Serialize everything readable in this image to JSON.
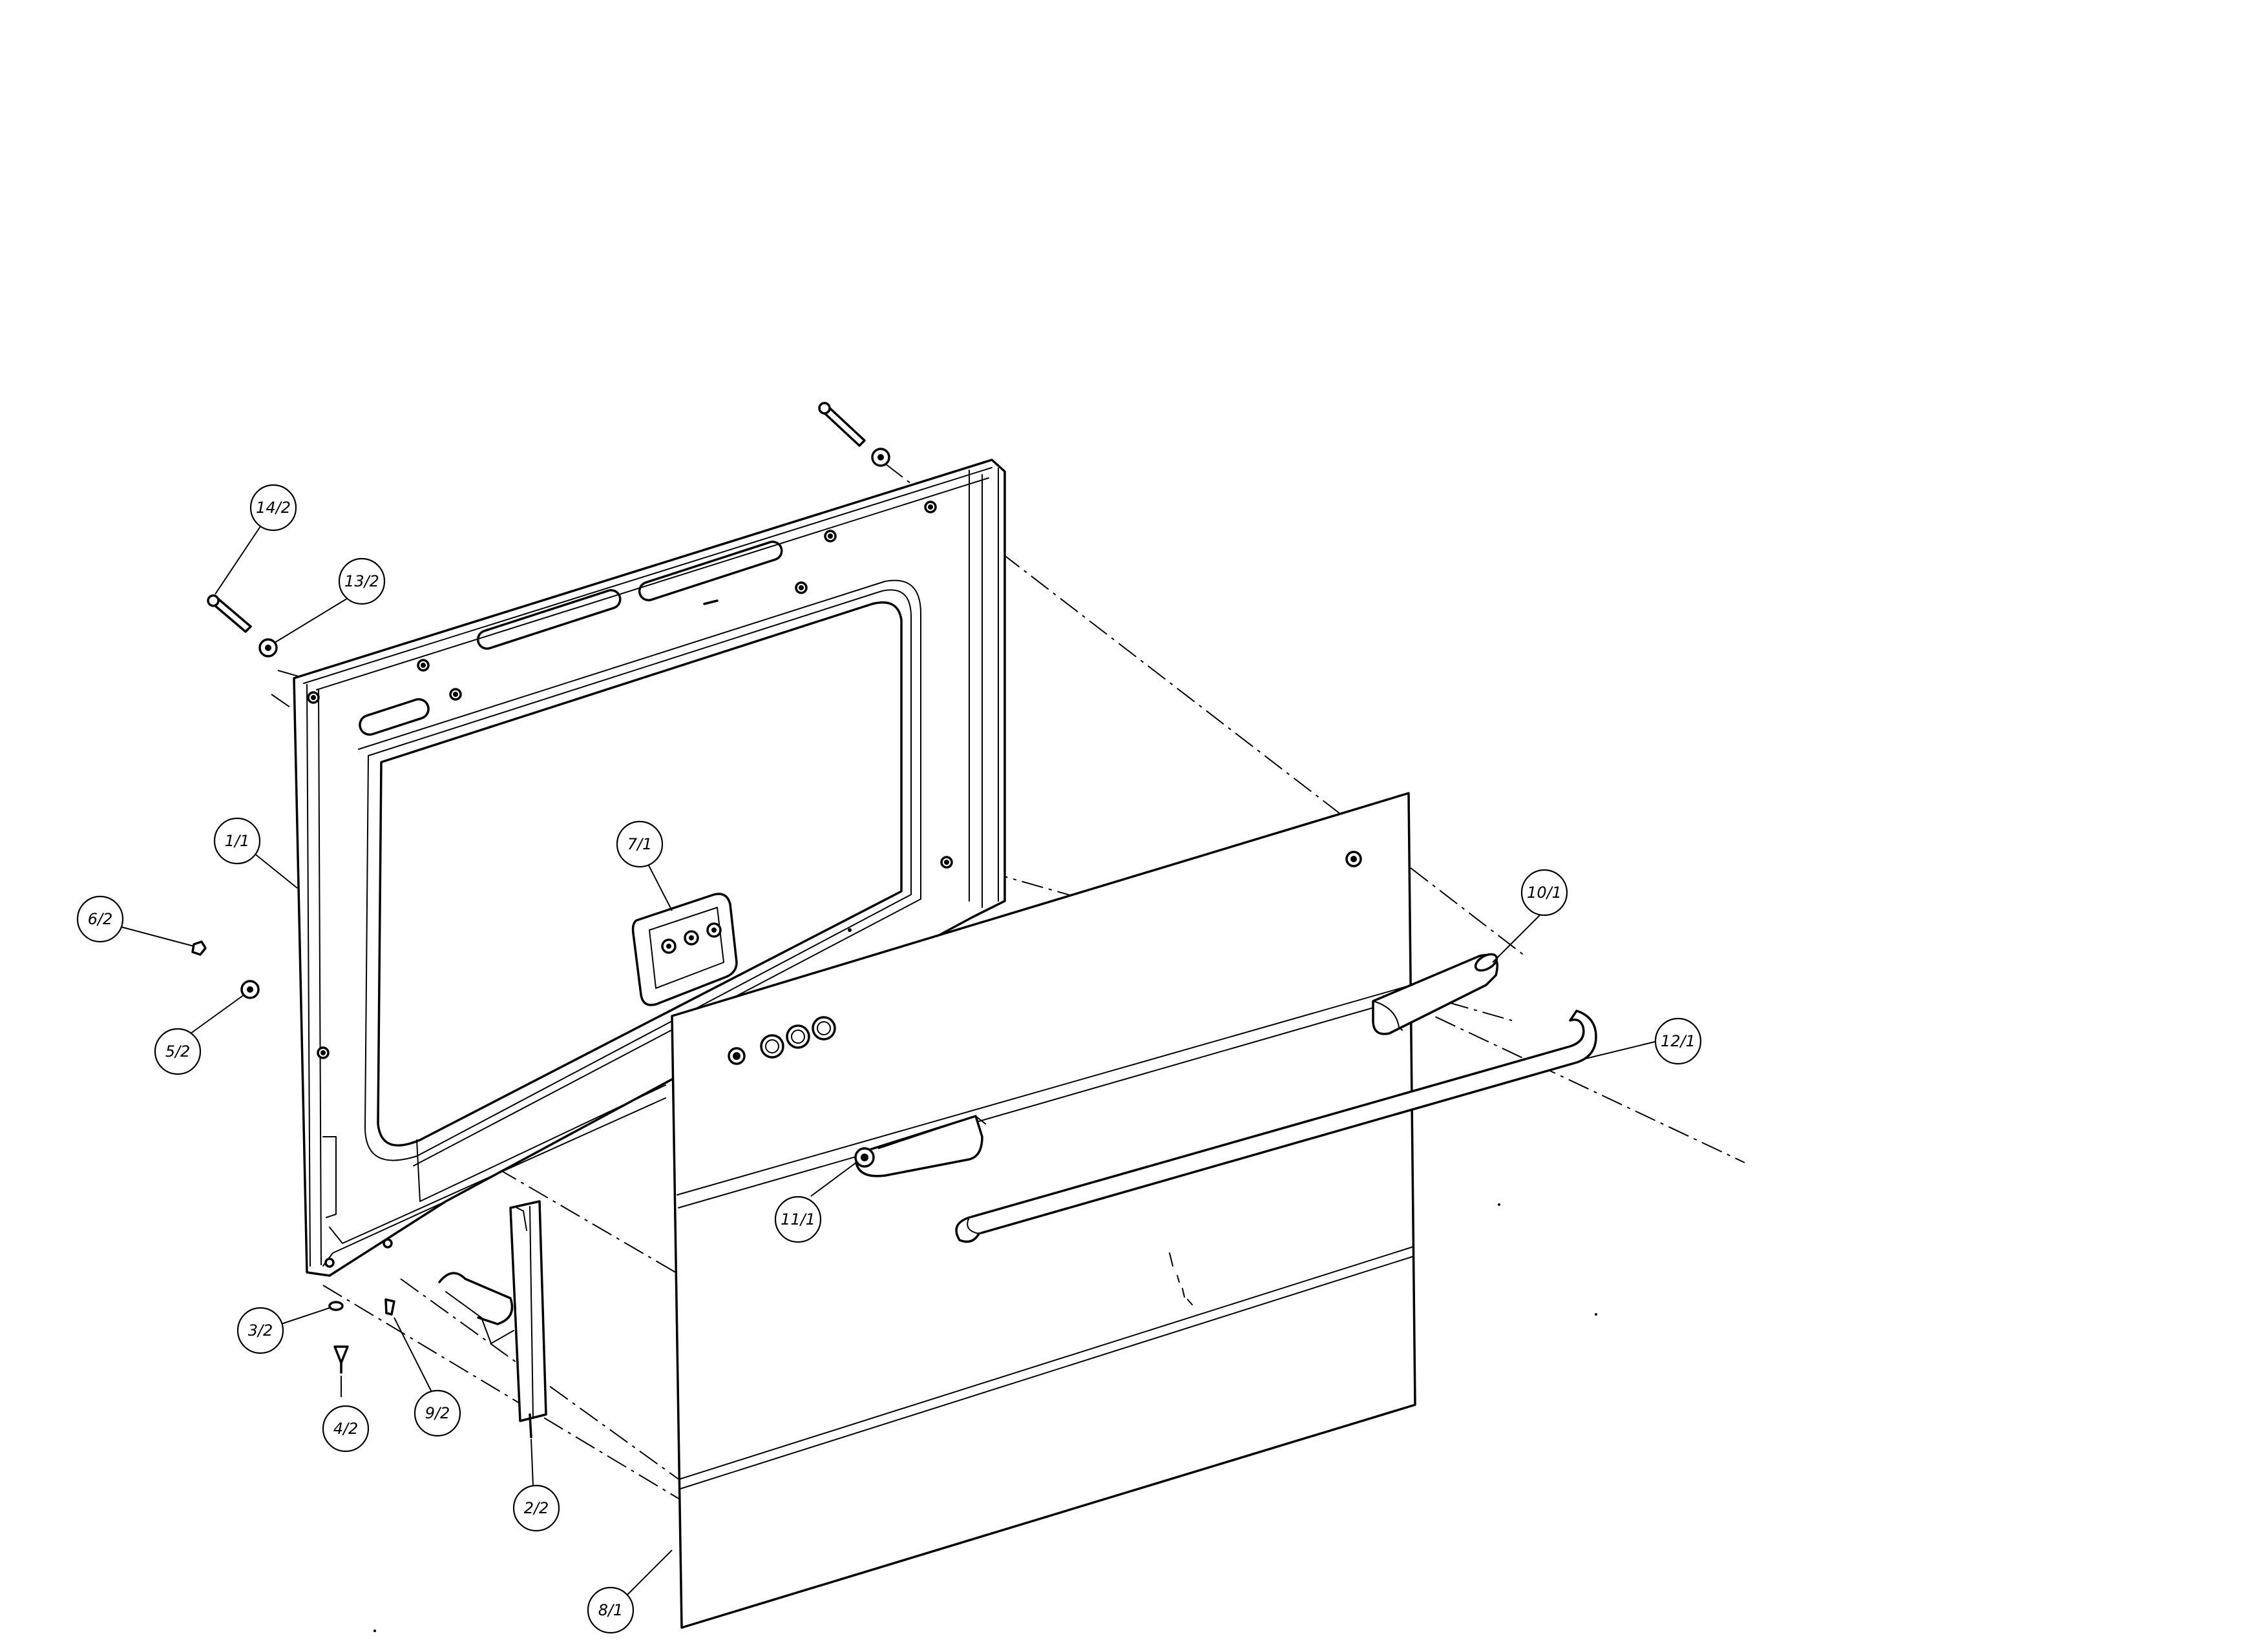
{
  "diagram": {
    "callouts": [
      {
        "id": "14-2",
        "label": "14/2"
      },
      {
        "id": "13-2",
        "label": "13/2"
      },
      {
        "id": "1-1",
        "label": "1/1"
      },
      {
        "id": "6-2",
        "label": "6/2"
      },
      {
        "id": "5-2",
        "label": "5/2"
      },
      {
        "id": "7-1",
        "label": "7/1"
      },
      {
        "id": "10-1",
        "label": "10/1"
      },
      {
        "id": "12-1",
        "label": "12/1"
      },
      {
        "id": "11-1",
        "label": "11/1"
      },
      {
        "id": "3-2",
        "label": "3/2"
      },
      {
        "id": "4-2",
        "label": "4/2"
      },
      {
        "id": "9-2",
        "label": "9/2"
      },
      {
        "id": "2-2",
        "label": "2/2"
      },
      {
        "id": "8-1",
        "label": "8/1"
      }
    ]
  }
}
